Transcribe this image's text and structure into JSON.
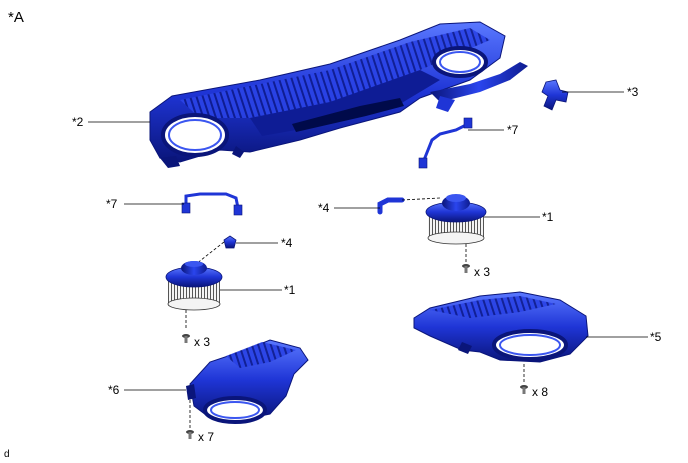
{
  "figure_label": "*A",
  "footer_code": "d",
  "callouts": {
    "c1a": "*1",
    "c1b": "*1",
    "c2": "*2",
    "c3": "*3",
    "c4a": "*4",
    "c4b": "*4",
    "c5": "*5",
    "c6": "*6",
    "c7a": "*7",
    "c7b": "*7"
  },
  "screw_counts": {
    "blower_right": "x 3",
    "blower_left": "x 3",
    "case_right": "x 8",
    "case_left": "x 7"
  },
  "colors": {
    "part_blue": "#1f35d6",
    "part_dark": "#0a157a",
    "part_light": "#5a78ff",
    "fan_white": "#f2f2f2",
    "leader": "#000000"
  }
}
